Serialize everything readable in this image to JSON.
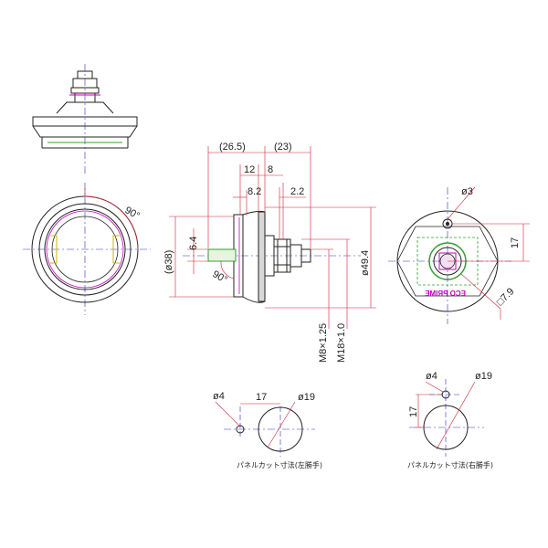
{
  "dimensions": {
    "width_26_5": "(26.5)",
    "width_23": "(23)",
    "len_12": "12",
    "len_8": "8",
    "len_8_2": "8.2",
    "len_2_2": "2.2",
    "dia_38": "(ø38)",
    "len_6_4": "6.4",
    "dia_49_4": "ø49.4",
    "thread_m8": "M8×1.25",
    "thread_m18": "M18×1.0",
    "dia_3": "ø3",
    "len_17_right": "17",
    "sq_7_9": "□7.9",
    "angle_left": "90°",
    "angle_mid": "90°"
  },
  "panel_left": {
    "dia_4": "ø4",
    "len_17": "17",
    "dia_19": "ø19",
    "caption": "パネルカット寸法(左勝手)"
  },
  "panel_right": {
    "dia_4": "ø4",
    "len_17": "17",
    "dia_19": "ø19",
    "caption": "パネルカット寸法(右勝手)"
  },
  "logo_text": "ECO PRIME",
  "colors": {
    "outline": "#222222",
    "dimension": "#d02030",
    "centerline": "#3030c0",
    "accent_green": "#30a030",
    "accent_magenta": "#c000c0",
    "accent_yellow": "#c8b800"
  }
}
